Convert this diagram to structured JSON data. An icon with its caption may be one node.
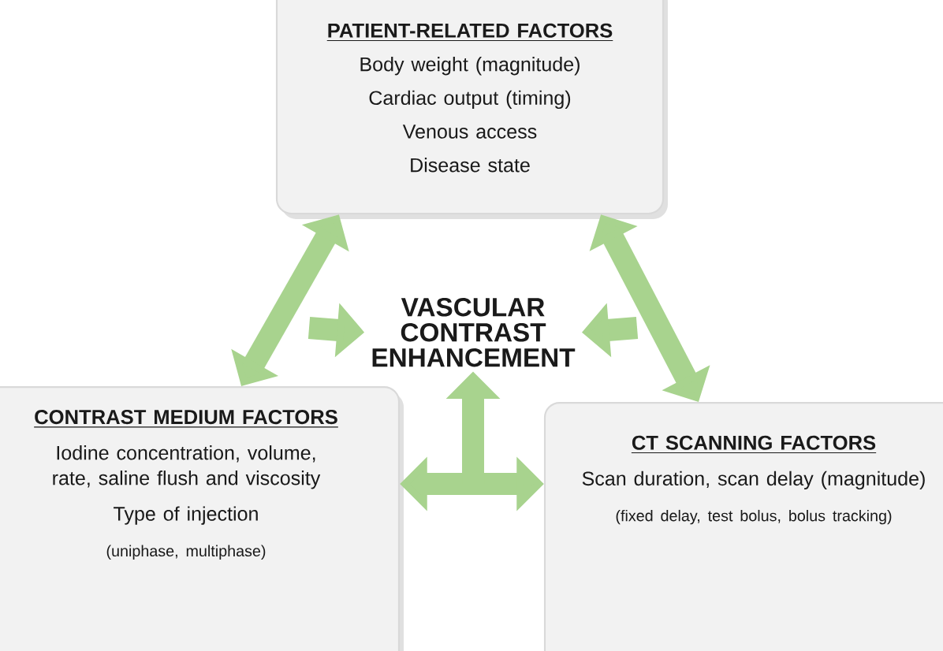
{
  "diagram": {
    "nodes": [
      {
        "text": [
          "PATIENT-RELATED FACTORS",
          "Body weight (magnitude)",
          "Cardiac output (timing)",
          "Venous access",
          "Disease state"
        ]
      },
      {
        "text": [
          "VASCULAR CONTRAST ENHANCEMENT"
        ]
      },
      {
        "text": [
          "CONTRAST MEDIUM FACTORS",
          "Iodine concentration, volume, rate, saline flush and viscosity",
          "Type of injection",
          "(uniphase, multiphase)"
        ]
      },
      {
        "text": [
          "CT SCANNING FACTORS",
          "Scan duration, scan delay (magnitude)",
          "(fixed delay, test bolus, bolus tracking)"
        ]
      }
    ],
    "edges": [
      {
        "from": 0,
        "to": 2,
        "arrow": "both"
      },
      {
        "from": null,
        "to": 1,
        "arrow": "to"
      },
      {
        "from": 0,
        "to": 3,
        "arrow": "both"
      },
      {
        "from": null,
        "to": 1,
        "arrow": "to"
      },
      {
        "from": 2,
        "to": 3,
        "arrow": "both"
      },
      {
        "from": null,
        "to": 1,
        "arrow": "to"
      }
    ]
  }
}
